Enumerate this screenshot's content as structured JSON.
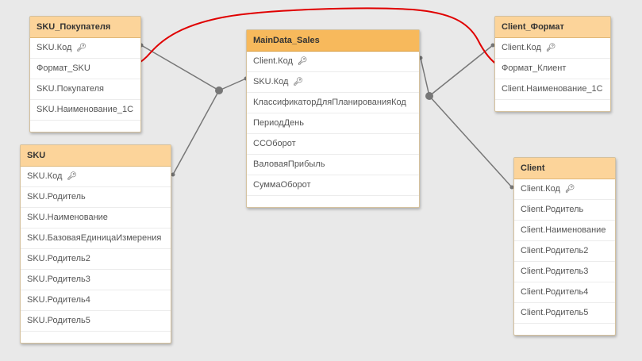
{
  "diagram": {
    "tables": [
      {
        "id": "sku-pokupatelya",
        "title": "SKU_Покупателя",
        "fields": [
          {
            "name": "SKU.Код",
            "key": true
          },
          {
            "name": "Формат_SKU",
            "key": false
          },
          {
            "name": "SKU.Покупателя",
            "key": false
          },
          {
            "name": "SKU.Наименование_1С",
            "key": false
          }
        ]
      },
      {
        "id": "sku",
        "title": "SKU",
        "fields": [
          {
            "name": "SKU.Код",
            "key": true
          },
          {
            "name": "SKU.Родитель",
            "key": false
          },
          {
            "name": "SKU.Наименование",
            "key": false
          },
          {
            "name": "SKU.БазоваяЕдиницаИзмерения",
            "key": false
          },
          {
            "name": "SKU.Родитель2",
            "key": false
          },
          {
            "name": "SKU.Родитель3",
            "key": false
          },
          {
            "name": "SKU.Родитель4",
            "key": false
          },
          {
            "name": "SKU.Родитель5",
            "key": false
          }
        ]
      },
      {
        "id": "maindata-sales",
        "title": "MainData_Sales",
        "active": true,
        "fields": [
          {
            "name": "Client.Код",
            "key": true
          },
          {
            "name": "SKU.Код",
            "key": true
          },
          {
            "name": "КлассификаторДляПланированияКод",
            "key": false
          },
          {
            "name": "ПериодДень",
            "key": false
          },
          {
            "name": "ССОборот",
            "key": false
          },
          {
            "name": "ВаловаяПрибыль",
            "key": false
          },
          {
            "name": "СуммаОборот",
            "key": false
          }
        ]
      },
      {
        "id": "client-format",
        "title": "Client_Формат",
        "fields": [
          {
            "name": "Client.Код",
            "key": true
          },
          {
            "name": "Формат_Клиент",
            "key": false
          },
          {
            "name": "Client.Наименование_1С",
            "key": false
          }
        ]
      },
      {
        "id": "client",
        "title": "Client",
        "fields": [
          {
            "name": "Client.Код",
            "key": true
          },
          {
            "name": "Client.Родитель",
            "key": false
          },
          {
            "name": "Client.Наименование",
            "key": false
          },
          {
            "name": "Client.Родитель2",
            "key": false
          },
          {
            "name": "Client.Родитель3",
            "key": false
          },
          {
            "name": "Client.Родитель4",
            "key": false
          },
          {
            "name": "Client.Родитель5",
            "key": false
          }
        ]
      }
    ],
    "colors": {
      "link_line": "#777777",
      "annotation_red": "#e00000",
      "header": "#fcd49a",
      "header_active": "#f7b95c"
    },
    "key_icon": "key-icon"
  }
}
